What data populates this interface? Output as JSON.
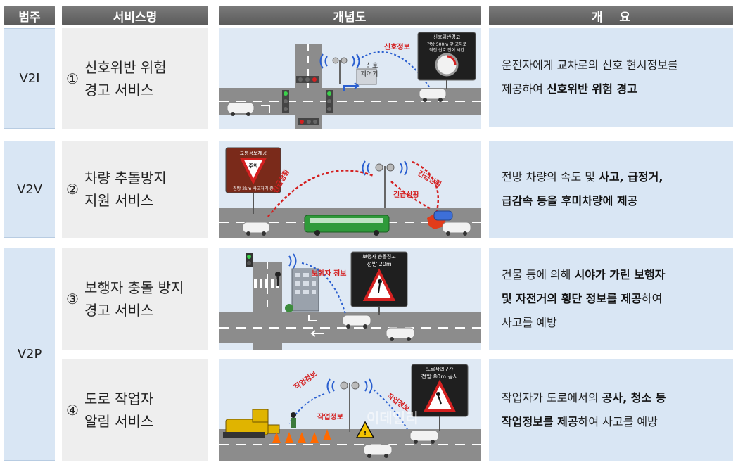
{
  "headers": {
    "category": "범주",
    "service": "서비스명",
    "concept": "개념도",
    "overview": "개    요"
  },
  "categories": {
    "v2i": "V2I",
    "v2v": "V2V",
    "v2p": "V2P"
  },
  "rows": [
    {
      "num": "①",
      "name": "신호위반 위험\n경고 서비스",
      "labels": {
        "sign_title": "신호위반경고",
        "sign_line1": "전방 500m 앞 교차로",
        "sign_line2": "직진 신호 잔여 시간",
        "signal_controller": "신호\n제어기",
        "red_label": "신호정보"
      },
      "overview": [
        [
          {
            "t": "운전자에게 교차로의 신호 현시정보를",
            "b": false
          }
        ],
        [
          {
            "t": "제공하여 ",
            "b": false
          },
          {
            "t": "신호위반 위험 경고",
            "b": true
          }
        ]
      ]
    },
    {
      "num": "②",
      "name": "차량 추돌방지\n지원 서비스",
      "labels": {
        "sign_title": "교통정보제공",
        "sign_caution": "주의",
        "sign_line": "전방 2km 사고처리 중",
        "red_left": "긴급상황",
        "red_right": "긴급상황",
        "red_mid": "긴급상황"
      },
      "overview": [
        [
          {
            "t": "전방 차량의 속도 및 ",
            "b": false
          },
          {
            "t": "사고, 급정거,",
            "b": true
          }
        ],
        [
          {
            "t": "급감속 등을 후미차량에 제공",
            "b": true
          }
        ]
      ]
    },
    {
      "num": "③",
      "name": "보행자 충돌 방지\n경고 서비스",
      "labels": {
        "sign_title": "보행자 충돌경고",
        "sign_line": "전방 20m",
        "red_label": "보행자 정보"
      },
      "overview": [
        [
          {
            "t": "건물 등에 의해 ",
            "b": false
          },
          {
            "t": "시야가 가린 보행자",
            "b": true
          }
        ],
        [
          {
            "t": "및 자전거의 횡단 정보를 제공",
            "b": true
          },
          {
            "t": "하여",
            "b": false
          }
        ],
        [
          {
            "t": "사고를 예방",
            "b": false
          }
        ]
      ]
    },
    {
      "num": "④",
      "name": "도로 작업자\n알림 서비스",
      "labels": {
        "sign_title": "도로작업구간",
        "sign_line": "전방 80m 공사",
        "red_left": "작업정보",
        "red_mid": "작업정보",
        "red_right": "작업정보"
      },
      "overview": [
        [
          {
            "t": "작업자가 도로에서의 ",
            "b": false
          },
          {
            "t": "공사, 청소 등",
            "b": true
          }
        ],
        [
          {
            "t": "작업정보를 제공",
            "b": true
          },
          {
            "t": "하여 사고를 예방",
            "b": false
          }
        ]
      ]
    }
  ],
  "watermark": "이데일리",
  "colors": {
    "header": "#6a6a6a",
    "category_bg": "#d9e6f4",
    "service_bg": "#eeeeee",
    "road": "#8a8a8a",
    "signal_red": "#d42020",
    "wave_blue": "#2a5fd0"
  }
}
